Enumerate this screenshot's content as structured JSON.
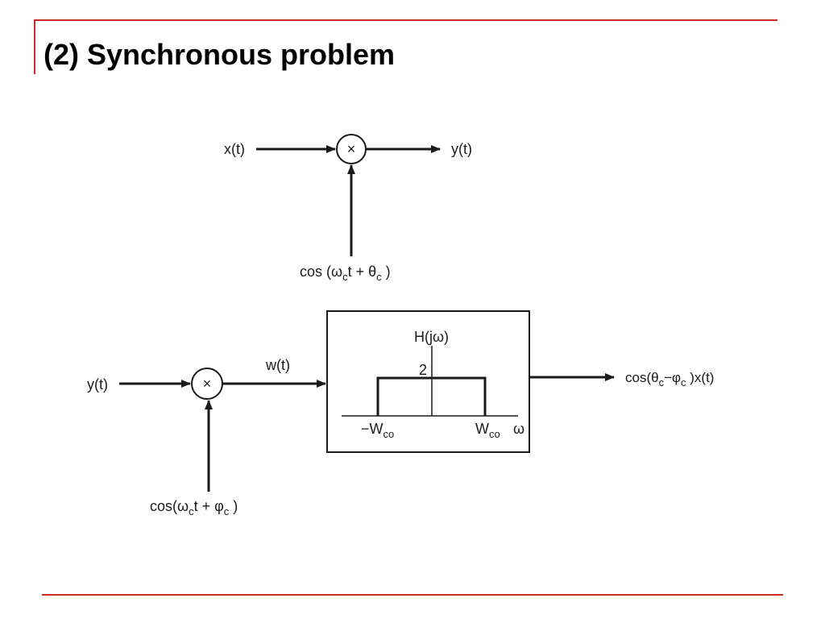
{
  "slide": {
    "title": "(2) Synchronous problem",
    "accent_color": "#cc2b2b"
  },
  "modulator": {
    "input_label": "x(t)",
    "output_label": "y(t)",
    "multiplier_symbol": "×",
    "carrier": {
      "prefix": "cos (ω",
      "sub1": "c",
      "mid": "t + θ",
      "sub2": "c",
      "suffix": " )"
    }
  },
  "demodulator": {
    "input_label": "y(t)",
    "multiplier_symbol": "×",
    "intermediate_label": "w(t)",
    "carrier": {
      "prefix": "cos(ω",
      "sub1": "c",
      "mid": "t + φ",
      "sub2": "c",
      "suffix": " )"
    },
    "filter": {
      "response_label": "H(jω)",
      "gain_label": "2",
      "neg_cutoff": {
        "base": "−W",
        "sub": "co"
      },
      "pos_cutoff": {
        "base": "W",
        "sub": "co"
      },
      "axis_label": "ω"
    },
    "output": {
      "prefix": "cos(θ",
      "sub1": "c",
      "mid": "−φ",
      "sub2": "c",
      "suffix": " )x(t)"
    }
  }
}
